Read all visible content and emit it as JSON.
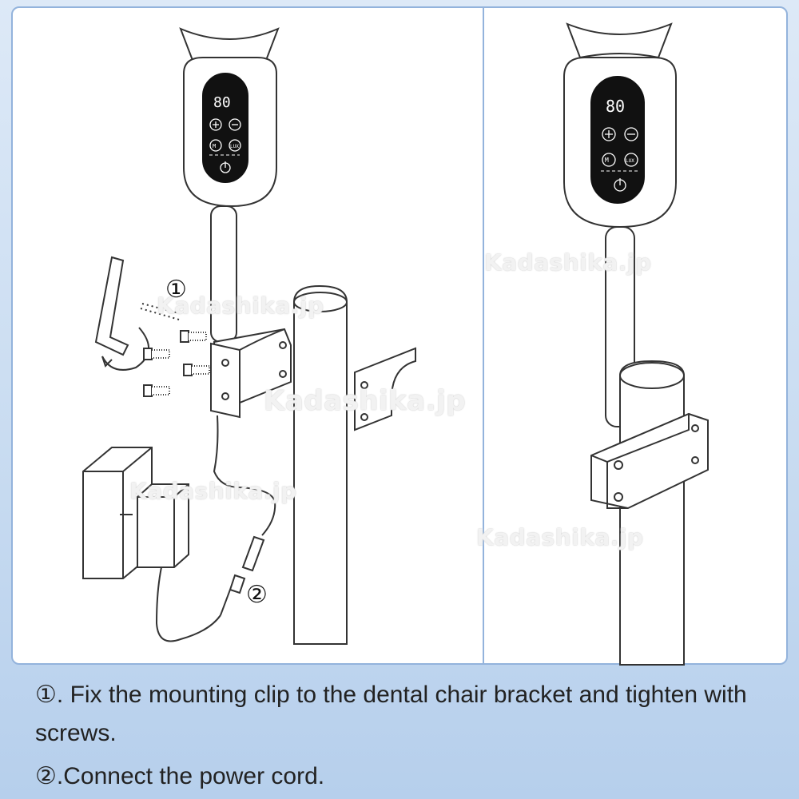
{
  "step_markers": {
    "one": "①",
    "two": "②"
  },
  "display": {
    "reading": "80",
    "m_key": "M",
    "lux_key": "LUX"
  },
  "watermark": "Kadashika.jp",
  "caption": {
    "line1_number": "①",
    "line1_text": ". Fix the mounting clip to the dental chair bracket and tighten with screws.",
    "line2_number": "②",
    "line2_text": ".Connect the power cord."
  }
}
